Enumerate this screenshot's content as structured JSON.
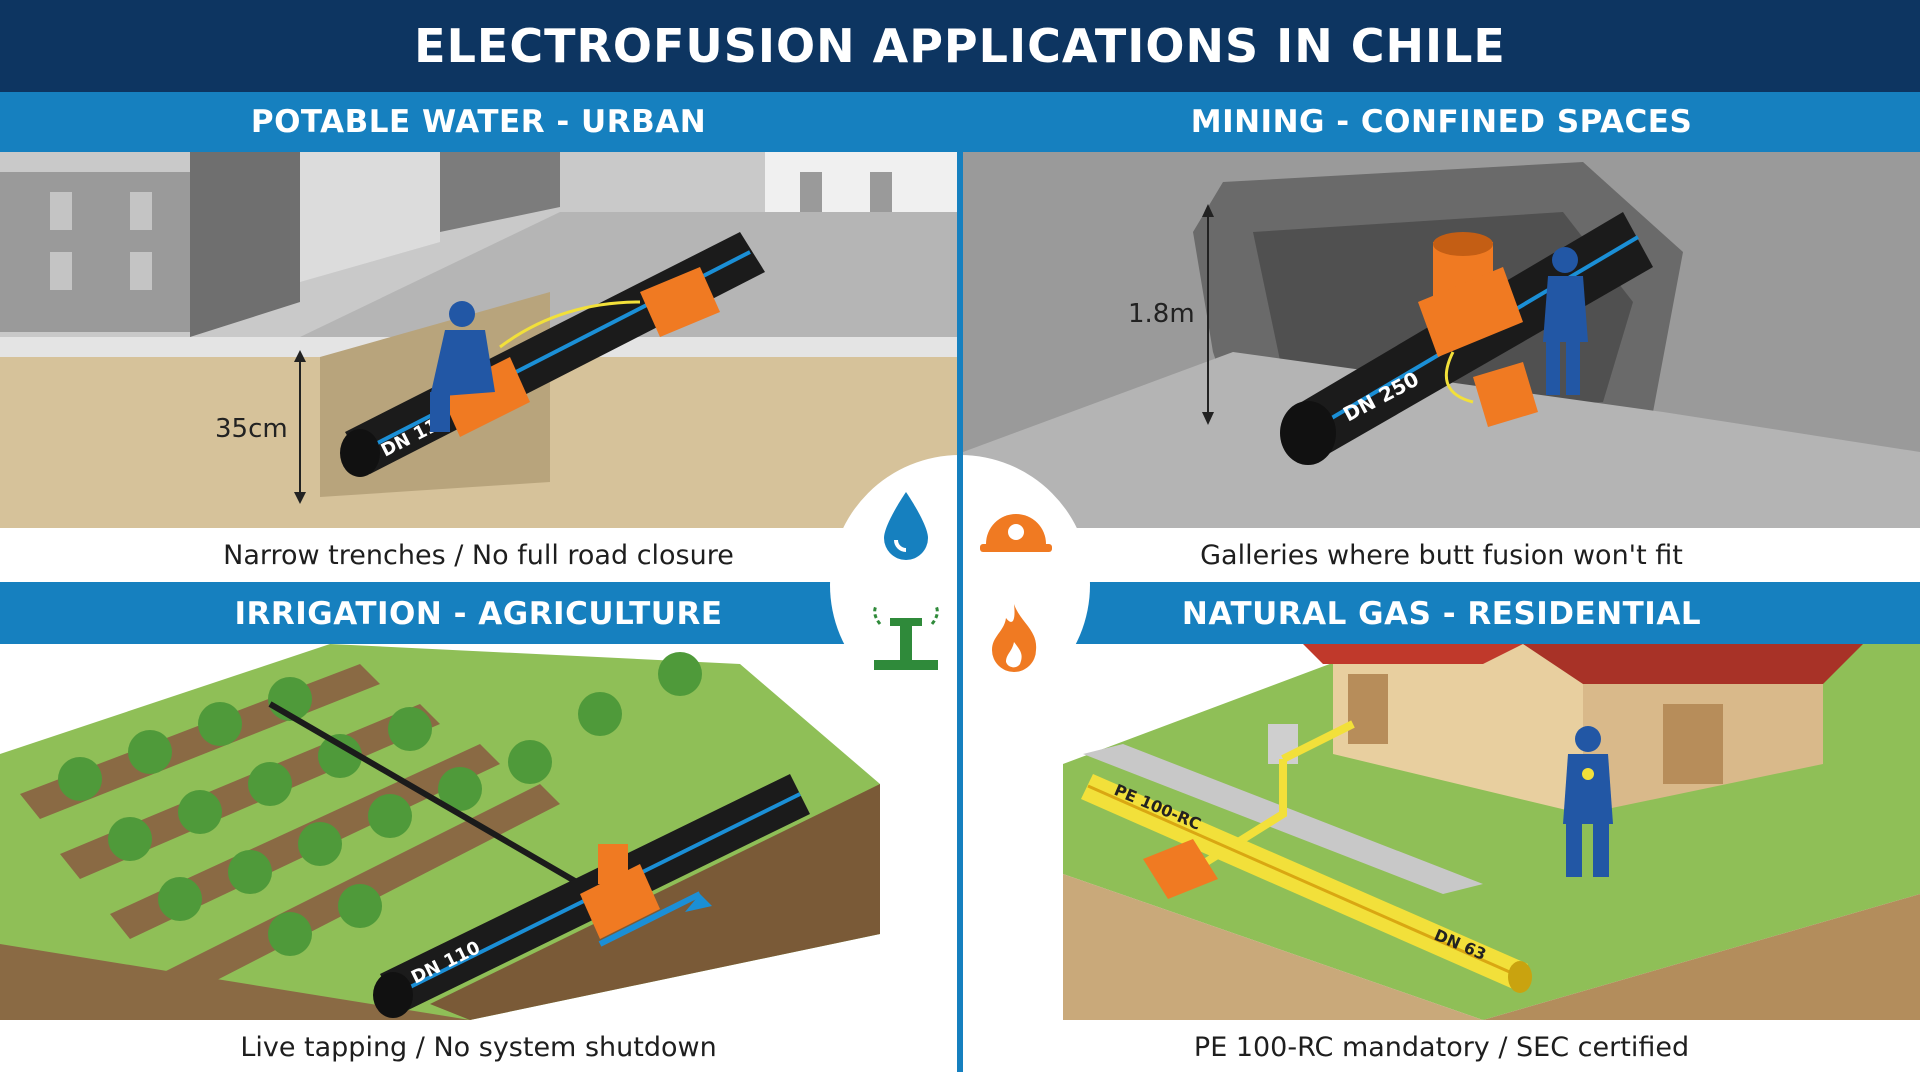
{
  "title": "ELECTROFUSION APPLICATIONS IN CHILE",
  "colors": {
    "navy": "#0d3561",
    "band_blue": "#1680bf",
    "fitting_orange": "#f07a22",
    "pipe_black": "#1b1b1b",
    "pipe_stripe": "#1b8fd6",
    "gas_yellow": "#f2e03a"
  },
  "panels": {
    "water": {
      "heading": "POTABLE WATER - URBAN",
      "depth_label": "35cm",
      "pipe_label": "DN 110",
      "caption": "Narrow trenches / No full road closure",
      "icon": "water-drop-icon"
    },
    "mining": {
      "heading": "MINING - CONFINED SPACES",
      "height_label": "1.8m",
      "pipe_label": "DN 250",
      "caption": "Galleries where butt fusion won't fit",
      "icon": "hard-hat-icon"
    },
    "irrigation": {
      "heading": "IRRIGATION - AGRICULTURE",
      "pipe_label": "DN 110",
      "caption": "Live tapping / No system shutdown",
      "icon": "sprinkler-icon"
    },
    "gas": {
      "heading": "NATURAL GAS - RESIDENTIAL",
      "material_label": "PE 100-RC",
      "pipe_label": "DN 63",
      "caption": "PE 100-RC mandatory / SEC certified",
      "icon": "flame-icon"
    }
  }
}
